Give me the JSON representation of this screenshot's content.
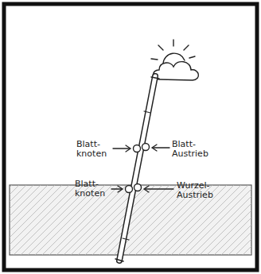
{
  "diagram": {
    "labels": [
      "Blatt- knoten",
      "Blatt- Austrieb",
      "Blatt- knoten",
      "Wurzel- Austrieb"
    ]
  }
}
